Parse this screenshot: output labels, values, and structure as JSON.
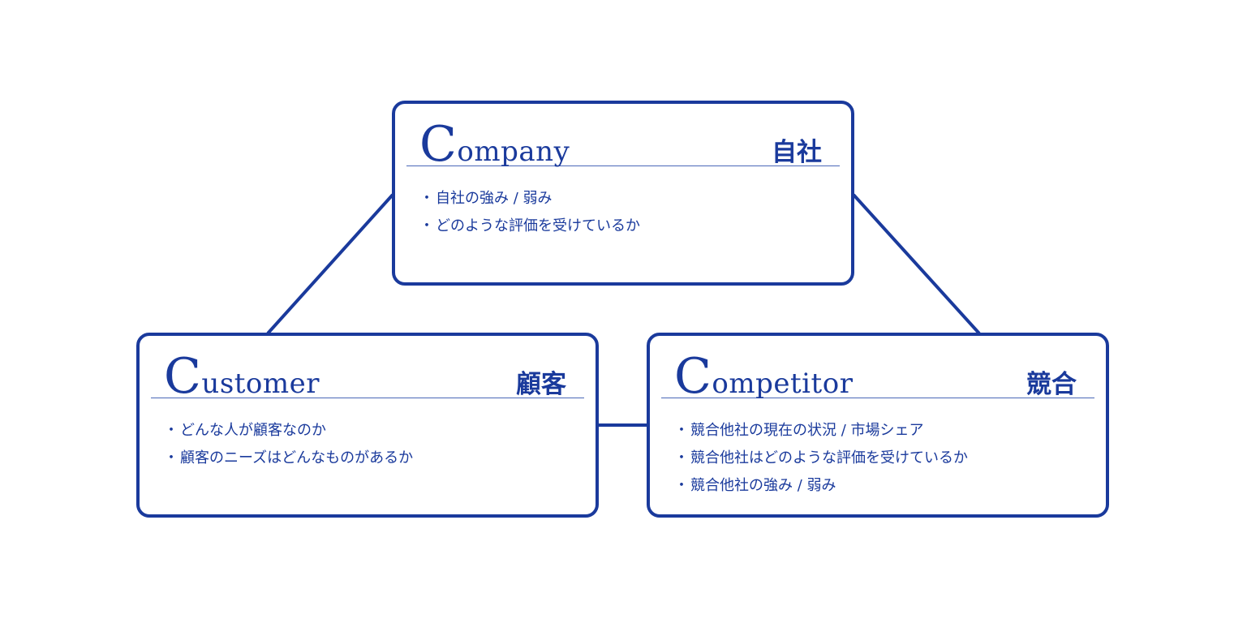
{
  "accent_color": "#1a3a9c",
  "boxes": {
    "company": {
      "initial": "C",
      "rest": "ompany",
      "jp": "自社",
      "items": [
        "自社の強み / 弱み",
        "どのような評価を受けているか"
      ]
    },
    "customer": {
      "initial": "C",
      "rest": "ustomer",
      "jp": "顧客",
      "items": [
        "どんな人が顧客なのか",
        "顧客のニーズはどんなものがあるか"
      ]
    },
    "competitor": {
      "initial": "C",
      "rest": "ompetitor",
      "jp": "競合",
      "items": [
        "競合他社の現在の状況 / 市場シェア",
        "競合他社はどのような評価を受けているか",
        "競合他社の強み / 弱み"
      ]
    }
  }
}
